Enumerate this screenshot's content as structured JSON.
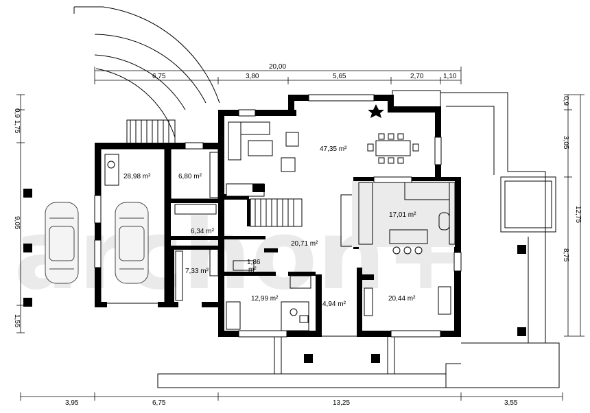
{
  "watermark": "archon+",
  "dimensions": {
    "top_total": "20,00",
    "top_1": "6,75",
    "top_2": "3,80",
    "top_3": "5,65",
    "top_4": "2,70",
    "top_5": "1,10",
    "bottom_1": "3,95",
    "bottom_2": "6,75",
    "bottom_3": "13,25",
    "bottom_4": "3,55",
    "left_1": "0,9",
    "left_2": "1,75",
    "left_3": "9,05",
    "left_4": "1,55",
    "right_1": "0,9",
    "right_2": "3,05",
    "right_3": "8,75",
    "right_total": "12,75"
  },
  "rooms": {
    "garage": "28,98 m²",
    "utility": "6,80 m²",
    "living": "47,35 m²",
    "kitchen": "17,01 m²",
    "hall_small": "6,34 m²",
    "hall": "20,71 m²",
    "laundry": "7,33 m²",
    "wc": "1,86",
    "wc_unit": "m²",
    "office": "12,99 m²",
    "vestibule": "4,94 m²",
    "bedroom": "20,44 m²"
  }
}
